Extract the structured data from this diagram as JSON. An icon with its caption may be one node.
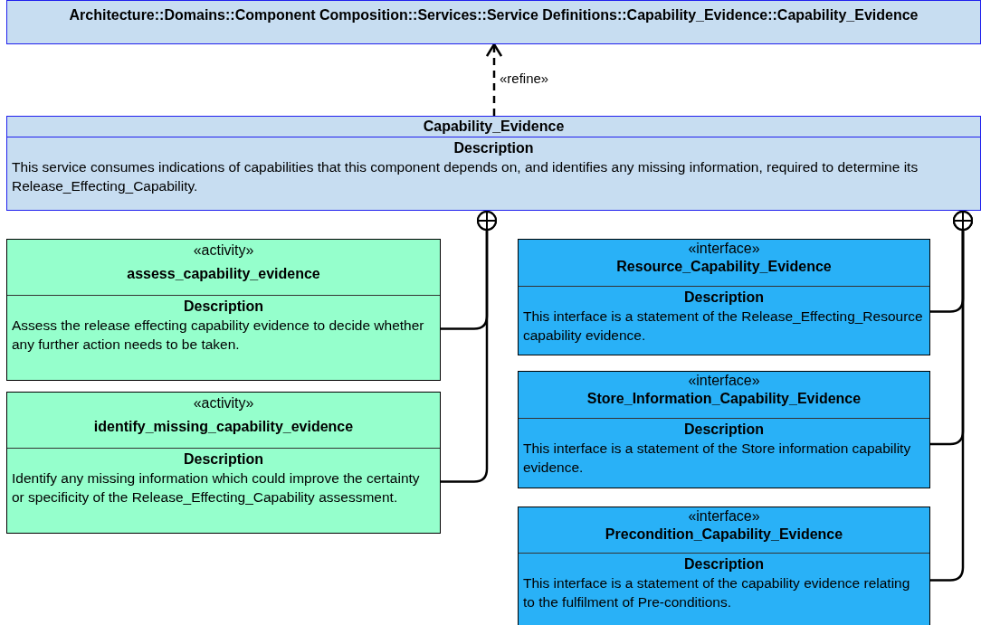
{
  "diagram": {
    "nodes": [
      {
        "text": [
          "Architecture::Domains::Component Composition::Services::Service Definitions::Capability_Evidence::Capability_Evidence"
        ]
      },
      {
        "text": [
          "Capability_Evidence",
          "Description",
          "This service consumes indications of capabilities that this component depends on, and identifies any missing information, required to determine its Release_Effecting_Capability."
        ]
      },
      {
        "text": [
          "«activity»",
          "assess_capability_evidence",
          "Description",
          "Assess the release effecting capability evidence to decide whether any further action needs to be taken."
        ]
      },
      {
        "text": [
          "«activity»",
          "identify_missing_capability_evidence",
          "Description",
          "Identify any missing information which could improve the certainty or specificity of the Release_Effecting_Capability assessment."
        ]
      },
      {
        "text": [
          "«interface»",
          "Resource_Capability_Evidence",
          "Description",
          "This interface is a statement of the Release_Effecting_Resource capability evidence."
        ]
      },
      {
        "text": [
          "«interface»",
          "Store_Information_Capability_Evidence",
          "Description",
          "This interface is a statement of the Store information capability evidence."
        ]
      },
      {
        "text": [
          "«interface»",
          "Precondition_Capability_Evidence",
          "Description",
          "This interface is a statement of the capability evidence relating to the fulfilment of Pre-conditions."
        ]
      }
    ],
    "edges": [
      {
        "from": 1,
        "to": 0,
        "arrow": "to",
        "label": "«refine»",
        "style": "dashed"
      },
      {
        "from": 2,
        "to": 1,
        "arrow": "other"
      },
      {
        "from": 3,
        "to": 1,
        "arrow": "other"
      },
      {
        "from": 4,
        "to": 1,
        "arrow": "other"
      },
      {
        "from": 5,
        "to": 1,
        "arrow": "other"
      },
      {
        "from": 6,
        "to": 1,
        "arrow": "other"
      }
    ]
  }
}
